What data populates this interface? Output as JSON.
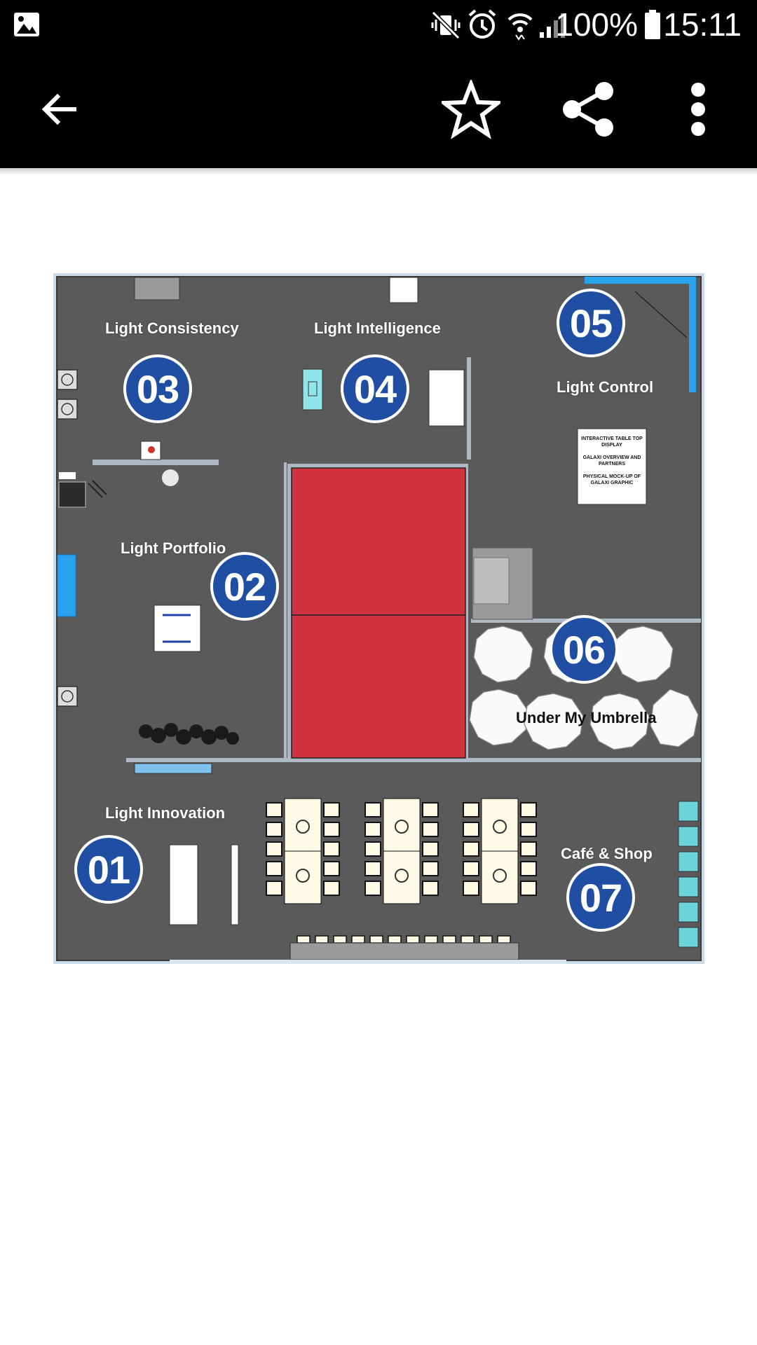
{
  "status_bar": {
    "time": "15:11",
    "battery_percent": "100%",
    "icons": [
      "image-notification-icon",
      "vibrate-mute-icon",
      "alarm-icon",
      "wifi-icon",
      "signal-icon",
      "battery-icon"
    ]
  },
  "toolbar": {
    "back_icon": "arrow-back-icon",
    "favorite_icon": "star-outline-icon",
    "share_icon": "share-icon",
    "more_icon": "more-vert-icon"
  },
  "floor_plan": {
    "zones": [
      {
        "number": "01",
        "label": "Light Innovation"
      },
      {
        "number": "02",
        "label": "Light Portfolio"
      },
      {
        "number": "03",
        "label": "Light Consistency"
      },
      {
        "number": "04",
        "label": "Light Intelligence"
      },
      {
        "number": "05",
        "label": "Light Control"
      },
      {
        "number": "06",
        "label": "Under My Umbrella"
      },
      {
        "number": "07",
        "label": "Café & Shop"
      }
    ],
    "sign_text": "INTERACTIVE TABLE TOP DISPLAY\n\nGALAXI OVERVIEW AND PARTNERS\n\nPHYSICAL MOCK-UP OF GALAXI GRAPHIC",
    "colors": {
      "floor": "#5a5a5a",
      "badge": "#1f4ea3",
      "red_block": "#cf323e",
      "accent_blue": "#2aa3ee"
    }
  }
}
